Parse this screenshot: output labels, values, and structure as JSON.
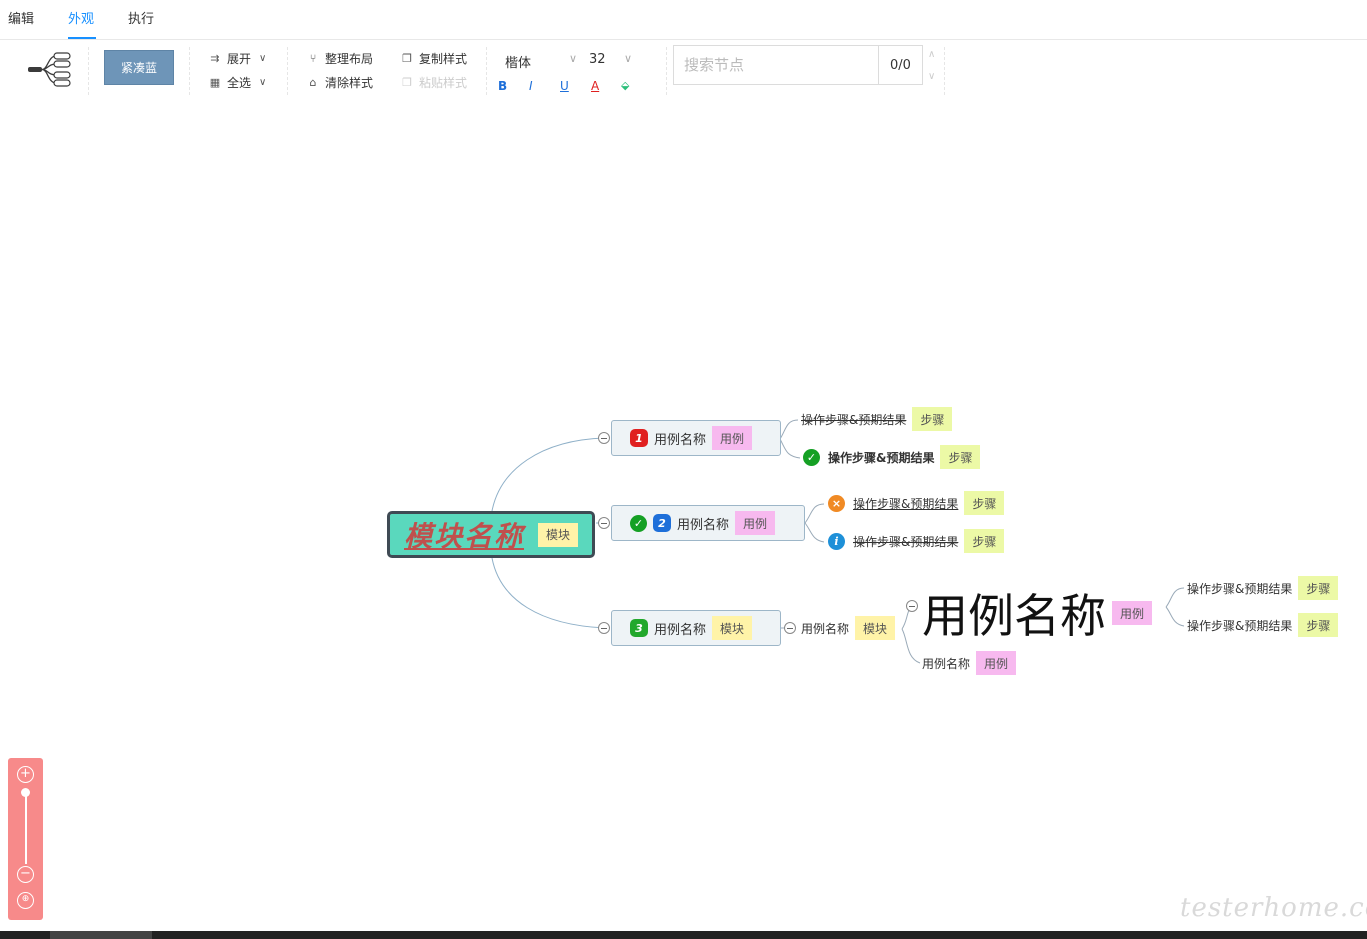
{
  "tabs": [
    "编辑",
    "外观",
    "执行"
  ],
  "toolbar": {
    "layout_icon": "mindmap-layout-icon",
    "theme_label": "紧凑蓝",
    "expand_label": "展开",
    "select_all_label": "全选",
    "arrange_layout_label": "整理布局",
    "clear_style_label": "清除样式",
    "copy_style_label": "复制样式",
    "paste_style_label": "粘贴样式",
    "font_family": "楷体",
    "font_size": "32",
    "format_buttons": [
      "B",
      "I",
      "U",
      "A"
    ],
    "search_placeholder": "搜索节点",
    "search_count": "0/0"
  },
  "mindmap": {
    "root": {
      "title": "模块名称",
      "tag": "模块"
    },
    "case1": {
      "badge": "1",
      "title": "用例名称",
      "tag": "用例"
    },
    "case1_step1": {
      "text": "操作步骤&预期结果",
      "tag": "步骤"
    },
    "case1_step2": {
      "text": "操作步骤&预期结果",
      "tag": "步骤"
    },
    "case2": {
      "badge": "2",
      "title": "用例名称",
      "tag": "用例"
    },
    "case2_step1": {
      "text": "操作步骤&预期结果",
      "tag": "步骤"
    },
    "case2_step2": {
      "text": "操作步骤&预期结果",
      "tag": "步骤"
    },
    "case3": {
      "badge": "3",
      "title": "用例名称",
      "tag": "模块"
    },
    "sub_module": {
      "text": "用例名称",
      "tag": "模块"
    },
    "big_case": {
      "text": "用例名称",
      "tag": "用例"
    },
    "big_step1": {
      "text": "操作步骤&预期结果",
      "tag": "步骤"
    },
    "big_step2": {
      "text": "操作步骤&预期结果",
      "tag": "步骤"
    },
    "small_case": {
      "text": "用例名称",
      "tag": "用例"
    }
  },
  "colors": {
    "accent": "#1890ff",
    "root_fill": "#5ad8bd",
    "case_tag": "#f7b9ef",
    "module_tag": "#fff3a8",
    "step_tag": "#ecf9a6",
    "zoom_panel": "#f78a8a"
  },
  "watermark": "testerhome.com"
}
